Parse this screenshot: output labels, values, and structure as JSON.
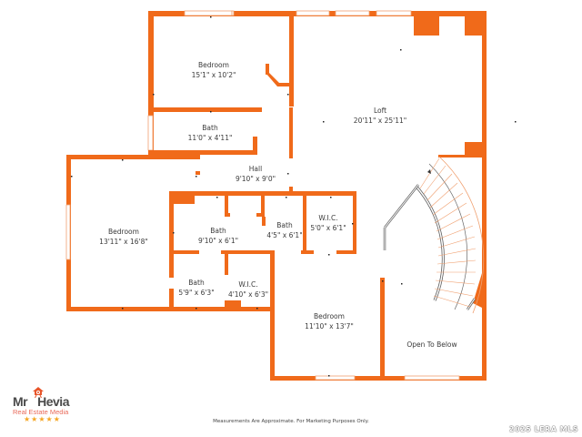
{
  "rooms": [
    {
      "id": "bedroom-1",
      "name": "Bedroom",
      "dims": "15'1\" x 10'2\""
    },
    {
      "id": "bath-1",
      "name": "Bath",
      "dims": "11'0\" x 4'11\""
    },
    {
      "id": "loft",
      "name": "Loft",
      "dims": "20'11\" x 25'11\""
    },
    {
      "id": "hall",
      "name": "Hall",
      "dims": "9'10\" x 9'0\""
    },
    {
      "id": "bedroom-2",
      "name": "Bedroom",
      "dims": "13'11\" x 16'8\""
    },
    {
      "id": "bath-2",
      "name": "Bath",
      "dims": "9'10\" x 6'1\""
    },
    {
      "id": "bath-3",
      "name": "Bath",
      "dims": "4'5\" x 6'1\""
    },
    {
      "id": "wic-1",
      "name": "W.I.C.",
      "dims": "5'0\" x 6'1\""
    },
    {
      "id": "bath-4",
      "name": "Bath",
      "dims": "5'9\" x 6'3\""
    },
    {
      "id": "wic-2",
      "name": "W.I.C.",
      "dims": "4'10\" x 6'3\""
    },
    {
      "id": "bedroom-3",
      "name": "Bedroom",
      "dims": "11'10\" x 13'7\""
    },
    {
      "id": "open-to-below",
      "name": "Open To Below",
      "dims": ""
    }
  ],
  "footer": {
    "disclaimer": "Measurements Are Approximate. For Marketing Purposes Only.",
    "copyright": "2025 LERA MLS"
  },
  "logo": {
    "brand_left": "Mr",
    "brand_right": "Hevia",
    "tagline": "Real Estate Media",
    "stars": "★★★★★"
  },
  "colors": {
    "wall": "#f06a1a",
    "text": "#3a3a3a",
    "stars": "#f5a623"
  }
}
